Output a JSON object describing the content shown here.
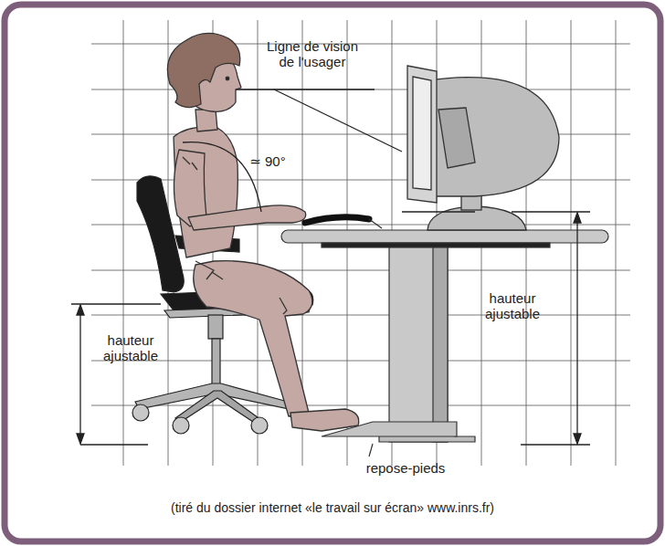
{
  "diagram": {
    "caption": "(tiré du dossier internet «le travail sur écran» www.inrs.fr)",
    "labels": [
      "Ligne de vision de l'usager",
      "≃ 90°",
      "hauteur ajustable",
      "hauteur ajustable",
      "repose-pieds"
    ]
  }
}
